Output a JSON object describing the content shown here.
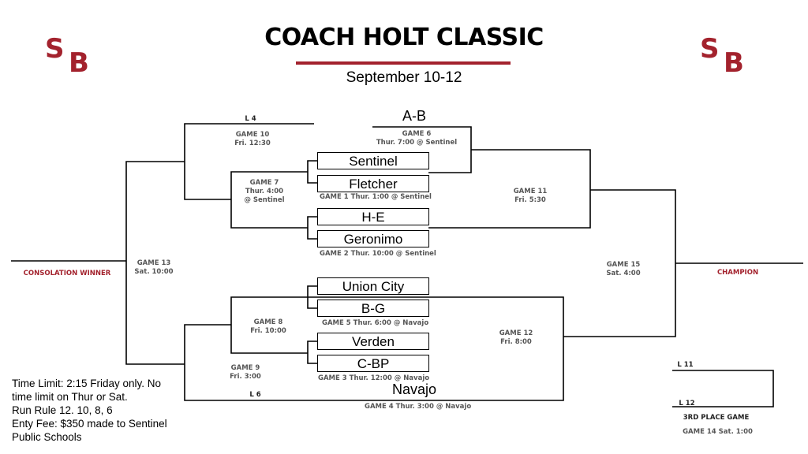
{
  "logo": {
    "letter1": "S",
    "letter2": "B"
  },
  "header": {
    "title": "COACH HOLT CLASSIC",
    "dates": "September 10-12"
  },
  "teams": {
    "ab": "A-B",
    "sentinel": "Sentinel",
    "fletcher": "Fletcher",
    "he": "H-E",
    "geronimo": "Geronimo",
    "union_city": "Union City",
    "bg": "B-G",
    "verden": "Verden",
    "cbp": "C-BP",
    "navajo": "Navajo"
  },
  "games": {
    "g1": "GAME 1 Thur. 1:00 @ Sentinel",
    "g2": "GAME 2 Thur. 10:00 @ Sentinel",
    "g3": "GAME 3 Thur. 12:00 @ Navajo",
    "g4": "GAME 4 Thur. 3:00 @ Navajo",
    "g5": "GAME 5 Thur. 6:00 @ Navajo",
    "g6_name": "GAME 6",
    "g6_time": "Thur. 7:00 @ Sentinel",
    "g7_name": "GAME 7",
    "g7_time": "Thur. 4:00",
    "g7_loc": "@ Sentinel",
    "g8_name": "GAME 8",
    "g8_time": "Fri. 10:00",
    "g9_name": "GAME 9",
    "g9_time": "Fri. 3:00",
    "g10_name": "GAME 10",
    "g10_time": "Fri. 12:30",
    "g11_name": "GAME 11",
    "g11_time": "Fri. 5:30",
    "g12_name": "GAME 12",
    "g12_time": "Fri. 8:00",
    "g13_name": "GAME 13",
    "g13_time": "Sat. 10:00",
    "g14": "GAME 14 Sat. 1:00",
    "g15_name": "GAME 15",
    "g15_time": "Sat. 4:00"
  },
  "labels": {
    "l4": "L 4",
    "l6": "L 6",
    "l11": "L 11",
    "l12": "L 12",
    "consolation": "CONSOLATION WINNER",
    "champion": "CHAMPION",
    "third_place": "3RD PLACE GAME"
  },
  "notes": [
    "Time Limit: 2:15 Friday only.  No",
    "time limit on Thur or Sat.",
    "Run Rule 12. 10, 8, 6",
    "Enty Fee: $350 made to Sentinel",
    "Public Schools"
  ],
  "colors": {
    "accent": "#a3222d",
    "line": "#000000",
    "game_text": "#555555"
  }
}
